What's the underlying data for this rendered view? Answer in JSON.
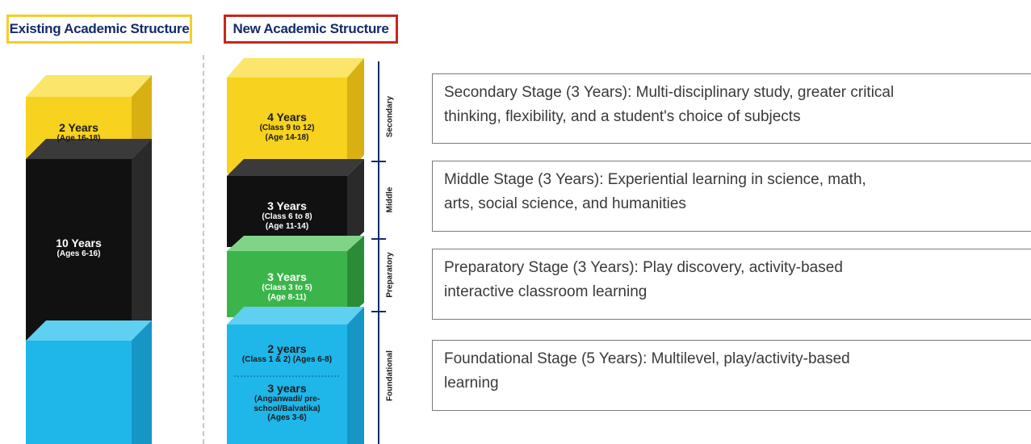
{
  "headers": {
    "existing": "Existing Academic Structure",
    "new": "New Academic Structure"
  },
  "existing_structure": {
    "blocks": [
      {
        "years": "2 Years",
        "detail": "(Age 16-18)"
      },
      {
        "years": "10 Years",
        "detail": "(Ages 6-16)"
      }
    ]
  },
  "new_structure": {
    "blocks": [
      {
        "years": "4 Years",
        "detail1": "(Class 9 to 12)",
        "detail2": "(Age 14-18)"
      },
      {
        "years": "3 Years",
        "detail1": "(Class 6 to 8)",
        "detail2": "(Age 11-14)"
      },
      {
        "years": "3 Years",
        "detail1": "(Class 3 to 5)",
        "detail2": "(Age 8-11)"
      },
      {
        "years": "2 years",
        "detail1": "(Class 1 & 2)   (Ages 6-8)"
      },
      {
        "years": "3 years",
        "detail1": "(Anganwadi/ pre-",
        "detail2": "school/Balvatika)",
        "detail3": "(Ages 3-6)"
      }
    ],
    "stage_labels": [
      "Secondary",
      "Middle",
      "Preparatory",
      "Foundational"
    ]
  },
  "descriptions": [
    "Secondary Stage (3 Years): Multi-disciplinary study, greater critical\nthinking, flexibility, and a student's choice of subjects",
    "Middle Stage (3 Years): Experiential learning in science, math,\narts, social science, and humanities",
    "Preparatory Stage (3 Years): Play discovery, activity-based\n interactive classroom learning",
    "Foundational Stage (5 Years): Multilevel, play/activity-based\nlearning"
  ],
  "colors": {
    "yellow": "#f7d21e",
    "black": "#111111",
    "green": "#3bb54a",
    "blue": "#1fb6ea",
    "navy": "#152b6b",
    "existing_border": "#f3cf2a",
    "new_border": "#c5271f"
  }
}
